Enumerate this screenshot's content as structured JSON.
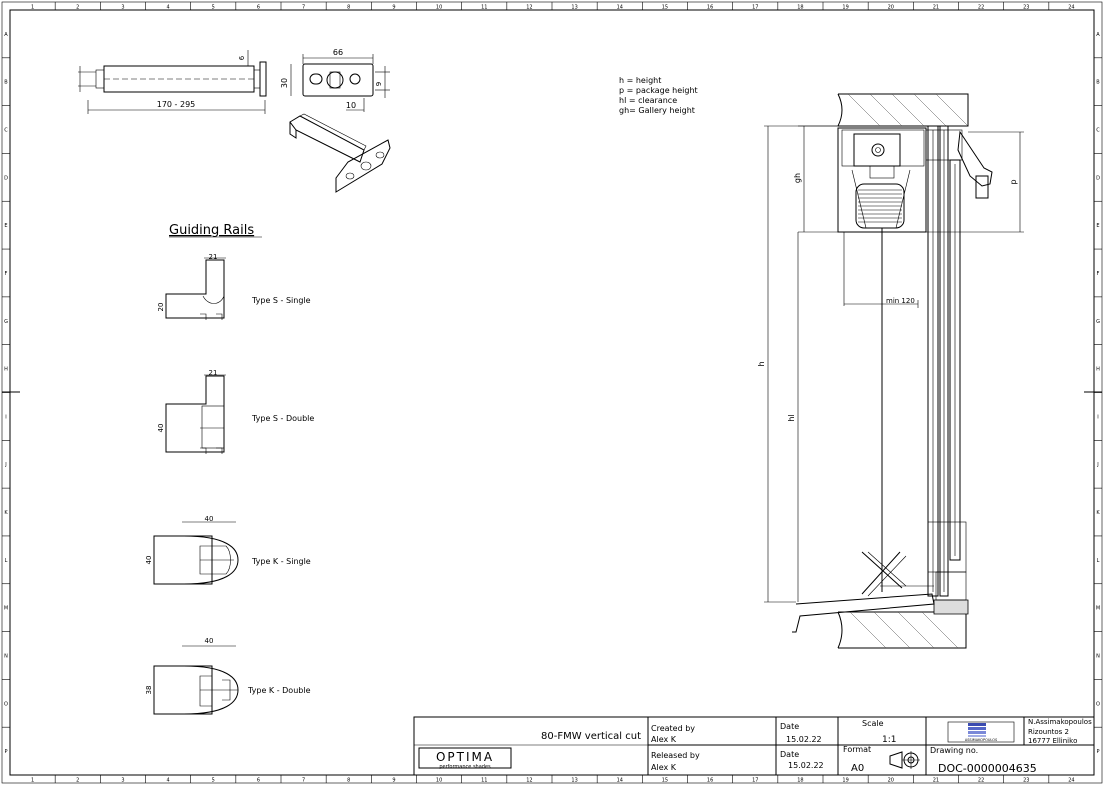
{
  "legend": {
    "lines": [
      "h = height",
      "p = package height",
      "hl = clearance",
      "gh= Gallery height"
    ]
  },
  "guiding_rails": {
    "title": "Guiding Rails",
    "types": [
      {
        "label": "Type S - Single",
        "dims": [
          "21",
          "20"
        ]
      },
      {
        "label": "Type S - Double",
        "dims": [
          "21",
          "40"
        ]
      },
      {
        "label": "Type K - Single",
        "dims": [
          "40",
          "40"
        ]
      },
      {
        "label": "Type K - Double",
        "dims": [
          "40",
          "38"
        ]
      }
    ]
  },
  "bracket_dims": {
    "rod_length": "170 - 295",
    "rod_diameter": "6",
    "plate_width": "66",
    "plate_height": "30",
    "slot": "10",
    "hole": "9"
  },
  "section_dims": {
    "gh": "gh",
    "p": "p",
    "h": "h",
    "hl": "hl",
    "min": "min 120"
  },
  "frame": {
    "cols": [
      "1",
      "2",
      "3",
      "4",
      "5",
      "6",
      "7",
      "8",
      "9",
      "10",
      "11",
      "12",
      "13",
      "14",
      "15",
      "16",
      "17",
      "18",
      "19",
      "20",
      "21",
      "22",
      "23",
      "24"
    ],
    "rows": [
      "A",
      "B",
      "C",
      "D",
      "E",
      "F",
      "G",
      "H",
      "I",
      "J",
      "K",
      "L",
      "M",
      "N",
      "O",
      "P"
    ]
  },
  "title_block": {
    "logo_text": "OPTIMA",
    "logo_sub": "performance shades",
    "description": "80-FMW vertical cut",
    "created_by_label": "Created by",
    "created_by": "Alex K",
    "date_label_1": "Date",
    "date_1": "15.02.22",
    "released_by_label": "Released by",
    "released_by": "Alex K",
    "date_label_2": "Date",
    "date_2": "15.02.22",
    "scale_label": "Scale",
    "scale": "1:1",
    "format_label": "Format",
    "format": "A0",
    "company_logo_text": "ASSIMAKOPOULOS",
    "company_lines": [
      "N.Assimakopoulos",
      "Rizountos 2",
      "16777 Ellinikо"
    ],
    "drawing_no_label": "Drawing no.",
    "drawing_no": "DOC-0000004635"
  }
}
